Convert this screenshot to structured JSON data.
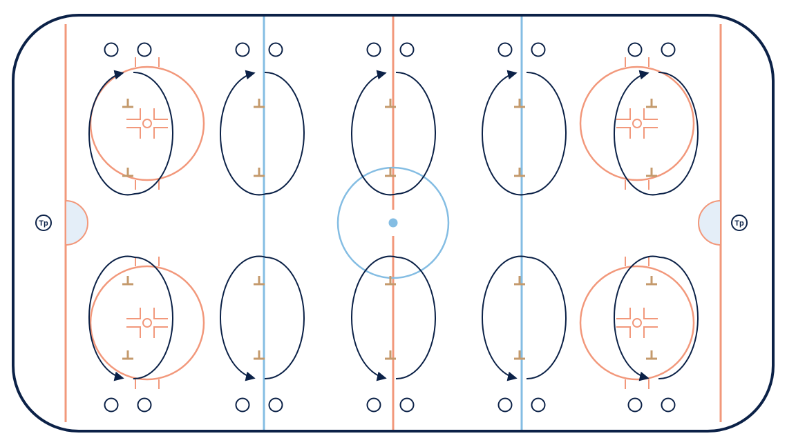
{
  "colors": {
    "boards": "#0b2147",
    "red_line": "#f2987b",
    "blue_line": "#84bde3",
    "crease_fill": "#e4eef8",
    "dot": "#84bde3",
    "marker": "#c49a6c",
    "path": "#0b2147",
    "background": "#ffffff"
  },
  "coaches": [
    {
      "label": "Tp",
      "side": "left"
    },
    {
      "label": "Tp",
      "side": "right"
    }
  ],
  "legend": {
    "player_marker": "circle-icon",
    "cone_marker": "cone-icon",
    "skating_path": "arrow-loop"
  }
}
